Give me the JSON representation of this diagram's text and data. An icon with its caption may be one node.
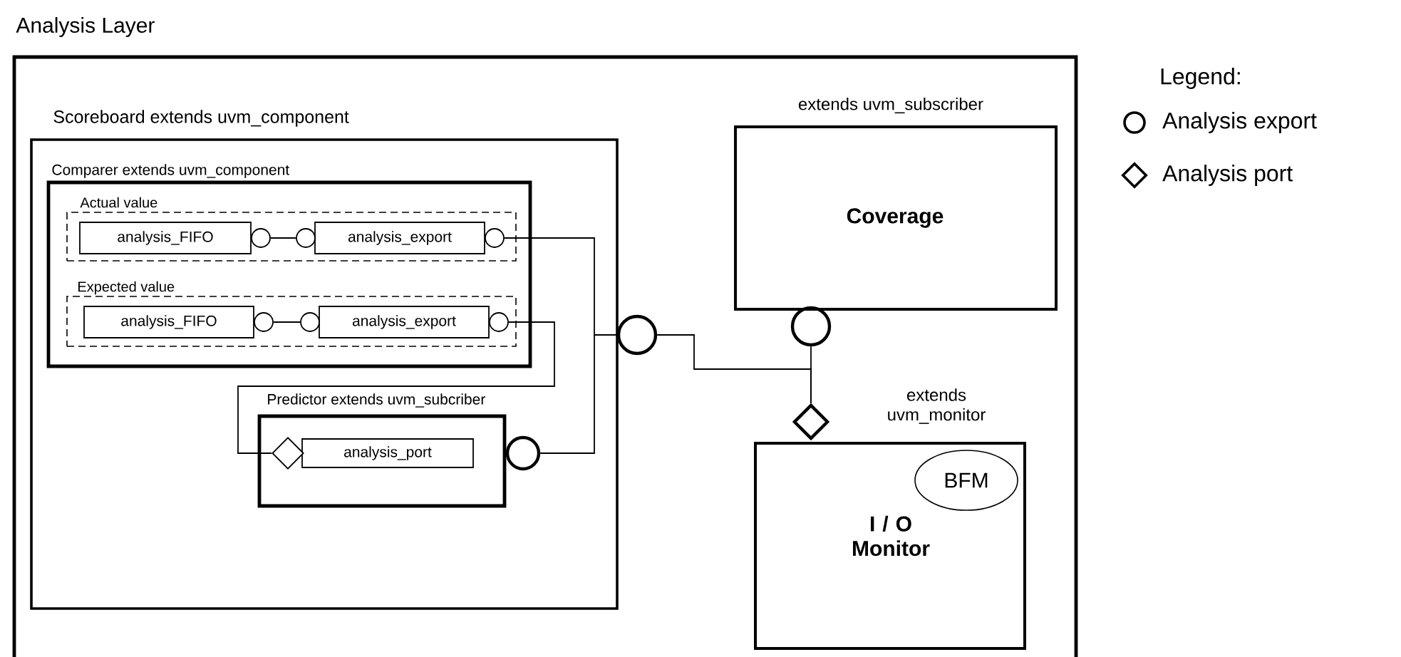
{
  "diagram": {
    "nodes": [
      {
        "text": [
          "Analysis Layer"
        ]
      },
      {
        "text": [
          "Scoreboard extends uvm_component"
        ],
        "in": 0
      },
      {
        "text": [
          "Comparer extends uvm_component"
        ],
        "in": 1
      },
      {
        "text": [
          "Actual value"
        ],
        "in": 2
      },
      {
        "text": [
          "analysis_FIFO"
        ],
        "in": 3
      },
      {
        "text": [
          "analysis_export"
        ],
        "in": 3
      },
      {
        "text": [
          "Expected value"
        ],
        "in": 2
      },
      {
        "text": [
          "analysis_FIFO"
        ],
        "in": 6
      },
      {
        "text": [
          "analysis_export"
        ],
        "in": 6
      },
      {
        "text": [
          "Predictor extends uvm_subcriber"
        ],
        "in": 1
      },
      {
        "text": [
          "analysis_port"
        ],
        "in": 9
      },
      {
        "text": [
          "extends uvm_subscriber",
          "Coverage"
        ],
        "in": 0
      },
      {
        "text": [
          "extends uvm_monitor",
          "I / O Monitor"
        ],
        "in": 0
      },
      {
        "text": [
          "BFM"
        ],
        "in": 12
      },
      {
        "text": [],
        "shape": "circle",
        "in": 3
      },
      {
        "text": [],
        "shape": "circle",
        "in": 3
      },
      {
        "text": [],
        "shape": "circle",
        "in": 3
      },
      {
        "text": [],
        "shape": "circle",
        "in": 6
      },
      {
        "text": [],
        "shape": "circle",
        "in": 6
      },
      {
        "text": [],
        "shape": "circle",
        "in": 6
      },
      {
        "text": [],
        "shape": "diamond",
        "in": 9
      },
      {
        "text": [],
        "shape": "circle",
        "in": 1
      },
      {
        "text": [],
        "shape": "circle",
        "in": 0
      },
      {
        "text": [],
        "shape": "circle",
        "in": 0
      },
      {
        "text": [],
        "shape": "diamond",
        "in": 0
      }
    ],
    "edges": [
      {
        "from": 14,
        "to": 15,
        "arrow": "none"
      },
      {
        "from": 17,
        "to": 18,
        "arrow": "none"
      },
      {
        "from": 16,
        "to": 22,
        "arrow": "none"
      },
      {
        "from": 21,
        "to": 22,
        "arrow": "none"
      },
      {
        "from": 19,
        "to": 20,
        "arrow": "none"
      },
      {
        "from": 22,
        "to": 24,
        "arrow": "none"
      },
      {
        "from": 23,
        "to": 24,
        "arrow": "none"
      }
    ],
    "labels": [
      "Legend:"
    ],
    "legend": [
      {
        "text": "Analysis export"
      },
      {
        "text": "Analysis port"
      }
    ]
  }
}
